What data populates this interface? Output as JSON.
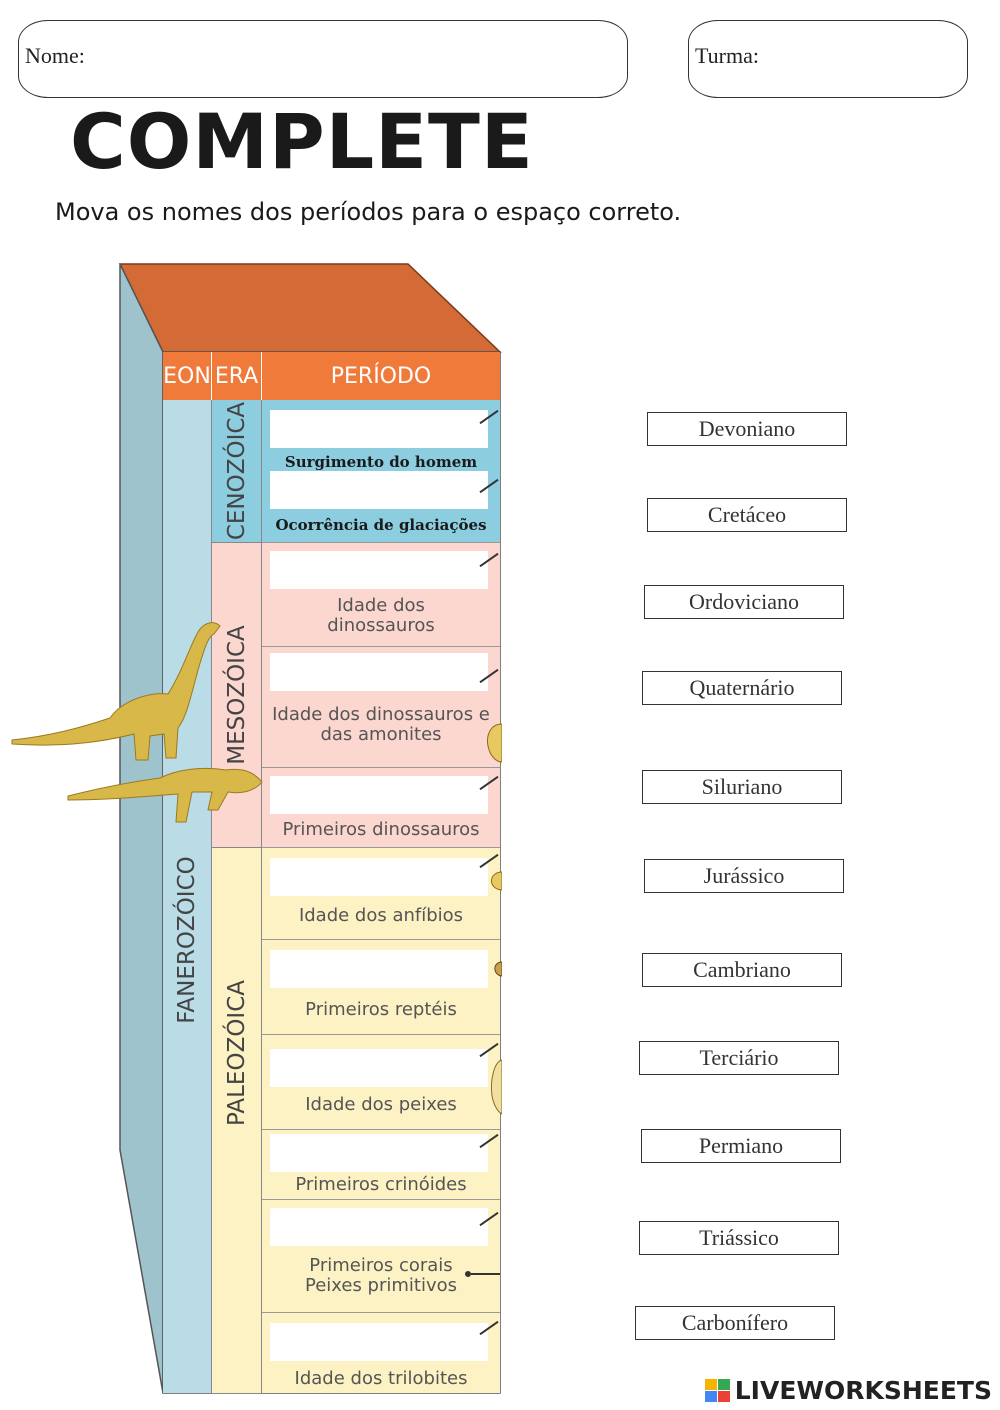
{
  "header": {
    "name_label": "Nome:",
    "class_label": "Turma:"
  },
  "title": "COMPLETE",
  "instruction": "Mova os nomes dos períodos para o espaço correto.",
  "table": {
    "headers": {
      "eon": "EON",
      "era": "ERA",
      "period": "PERÍODO"
    },
    "eon": "FANEROZÓICO",
    "eras": {
      "cenozoic": "CENOZÓICA",
      "mesozoic": "MESOZÓICA",
      "paleozoic": "PALEOZÓICA"
    },
    "rows": [
      {
        "desc": "Surgimento do homem"
      },
      {
        "desc": "Ocorrência de glaciações"
      },
      {
        "desc": "Idade dos dinossauros"
      },
      {
        "desc": "Idade dos dinossauros e das amonites"
      },
      {
        "desc": "Primeiros dinossauros"
      },
      {
        "desc": "Idade dos anfíbios"
      },
      {
        "desc": "Primeiros reptéis"
      },
      {
        "desc": "Idade dos peixes"
      },
      {
        "desc": "Primeiros crinóides"
      },
      {
        "desc": "Primeiros corais Peixes primitivos"
      },
      {
        "desc": "Idade dos trilobites"
      }
    ]
  },
  "options": [
    "Devoniano",
    "Cretáceo",
    "Ordoviciano",
    "Quaternário",
    "Siluriano",
    "Jurássico",
    "Cambriano",
    "Terciário",
    "Permiano",
    "Triássico",
    "Carbonífero"
  ],
  "logo": "LIVEWORKSHEETS",
  "colors": {
    "orange": "#f07a3a",
    "top": "#d46a35",
    "eon": "#b9dce6",
    "cenozoic": "#8ccde0",
    "mesozoic": "#fbd7cf",
    "paleozoic": "#fdf2c4",
    "dino": "#d9b84a"
  }
}
